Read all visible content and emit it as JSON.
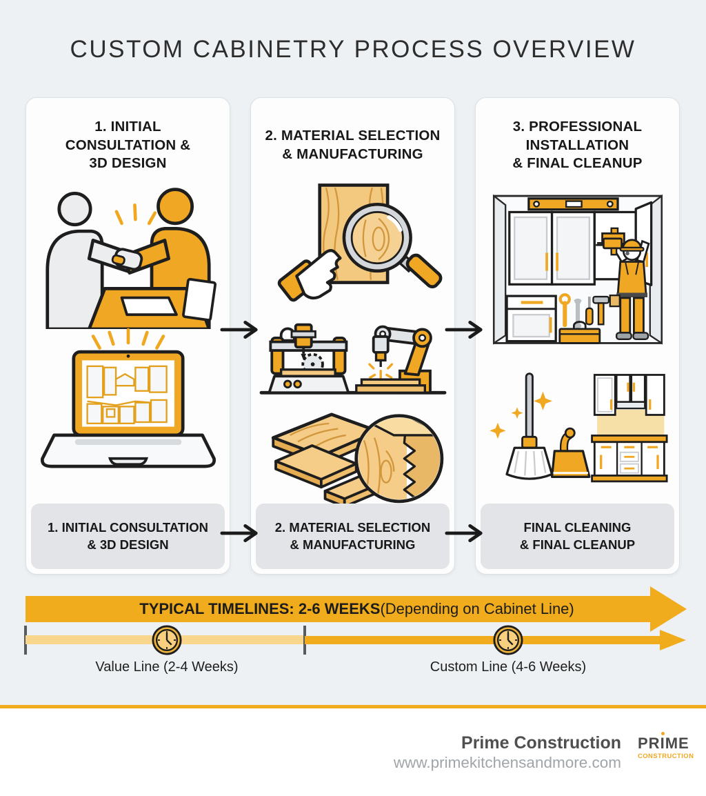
{
  "title": "CUSTOM CABINETRY PROCESS OVERVIEW",
  "palette": {
    "accent_gold": "#F0A824",
    "timeline_gold": "#F0AC1C",
    "timeline_gold_light": "#F8D78C",
    "wood_tan": "#F3C87F",
    "page_background": "#EDF1F3",
    "card_footer_background": "#E2E4E7",
    "outline": "#1E1E1E"
  },
  "steps": [
    {
      "header": "1. INITIAL\nCONSULTATION &\n3D DESIGN",
      "footer_label": "1. INITIAL CONSULTATION\n& 3D DESIGN",
      "illustrations": [
        "handshake-consultation-icon",
        "laptop-3d-design-icon"
      ]
    },
    {
      "header": "2. MATERIAL SELECTION\n& MANUFACTURING",
      "footer_label": "2. MATERIAL SELECTION\n& MANUFACTURING",
      "illustrations": [
        "wood-inspection-icon",
        "cnc-robot-manufacturing-icon",
        "wood-joinery-icon"
      ]
    },
    {
      "header": "3. PROFESSIONAL\nINSTALLATION\n& FINAL CLEANUP",
      "footer_label": "FINAL CLEANING\n& FINAL CLEANUP",
      "illustrations": [
        "cabinet-installation-icon",
        "cleanup-cabinets-icon"
      ]
    }
  ],
  "timeline": {
    "headline_bold": "TYPICAL TIMELINES: 2-6 WEEKS",
    "headline_note": " (Depending on Cabinet Line)",
    "segments": [
      {
        "label": "Value Line (2-4 Weeks)"
      },
      {
        "label": "Custom Line (4-6 Weeks)"
      }
    ]
  },
  "footer": {
    "company": "Prime Construction",
    "website": "www.primekitchensandmore.com",
    "logo": {
      "part_pr": "PR",
      "part_i": "I",
      "part_me": "ME",
      "subtitle": "CONSTRUCTION"
    }
  }
}
